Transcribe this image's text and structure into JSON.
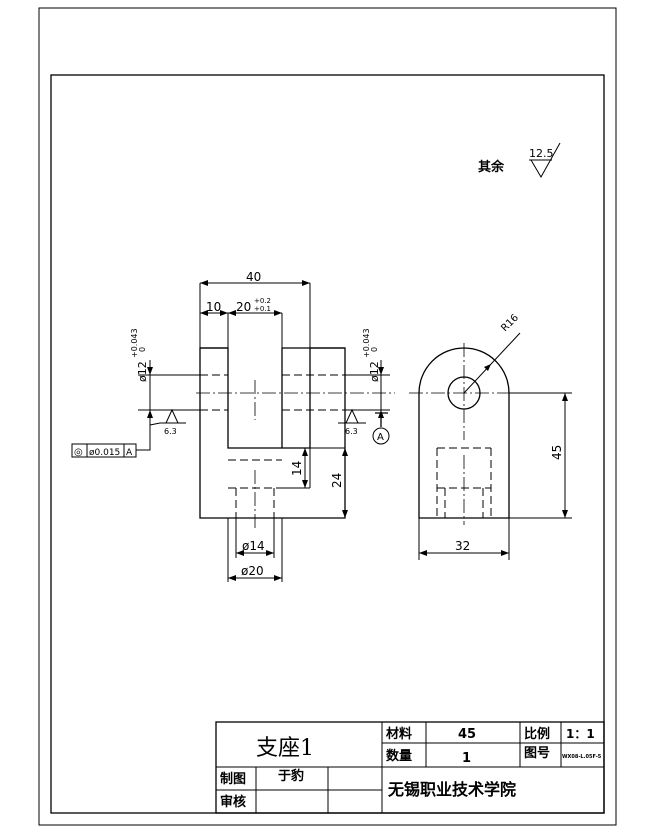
{
  "roughness": {
    "label": "其余",
    "value": "12.5"
  },
  "dimensions": {
    "overall_width": "40",
    "flange": "10",
    "slot": "20",
    "slot_tol_upper": "+0.2",
    "slot_tol_lower": "+0.1",
    "hole_left": "ø12",
    "hole_left_tol_upper": "+0.043",
    "hole_left_tol_lower": "0",
    "hole_right": "ø12",
    "hole_right_tol_upper": "+0.043",
    "hole_right_tol_lower": "0",
    "depth_14": "14",
    "depth_24": "24",
    "dia_14": "ø14",
    "dia_20": "ø20",
    "radius": "R16",
    "height_45": "45",
    "width_32": "32",
    "surface_left": "6.3",
    "surface_right": "6.3"
  },
  "tolerance_frame": {
    "symbol": "◎",
    "value": "ø0.015",
    "datum": "A"
  },
  "datum_label": "A",
  "title_block": {
    "part_name": "支座1",
    "material_label": "材料",
    "material_value": "45",
    "scale_label": "比例",
    "scale_value": "1：1",
    "quantity_label": "数量",
    "quantity_value": "1",
    "drawing_no_label": "图号",
    "drawing_no_value": "WX08-L.05F-5",
    "drawn_label": "制图",
    "drawn_value": "于豹",
    "checked_label": "审核",
    "school": "无锡职业技术学院"
  }
}
